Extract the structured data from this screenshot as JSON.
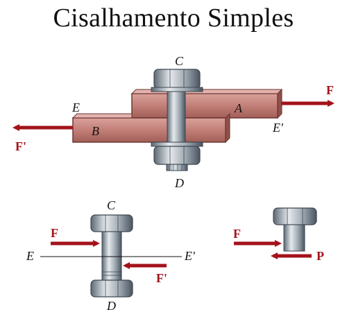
{
  "title": "Cisalhamento Simples",
  "colors": {
    "arrow": "#a3121a",
    "plate": "#c98a84",
    "plate_dark": "#8a4a46",
    "bolt": "#9aa4ad",
    "bolt_dark": "#4a5560",
    "text": "#111111"
  },
  "top_figure": {
    "label_C": "C",
    "label_D": "D",
    "label_A": "A",
    "label_B": "B",
    "label_E": "E",
    "label_E_prime": "E'",
    "force_F": "F",
    "force_F_prime": "F'"
  },
  "bolt_figure": {
    "label_C": "C",
    "label_D": "D",
    "label_E": "E",
    "label_E_prime": "E'",
    "force_F": "F",
    "force_F_prime": "F'"
  },
  "section_figure": {
    "force_F": "F",
    "force_P": "P"
  }
}
